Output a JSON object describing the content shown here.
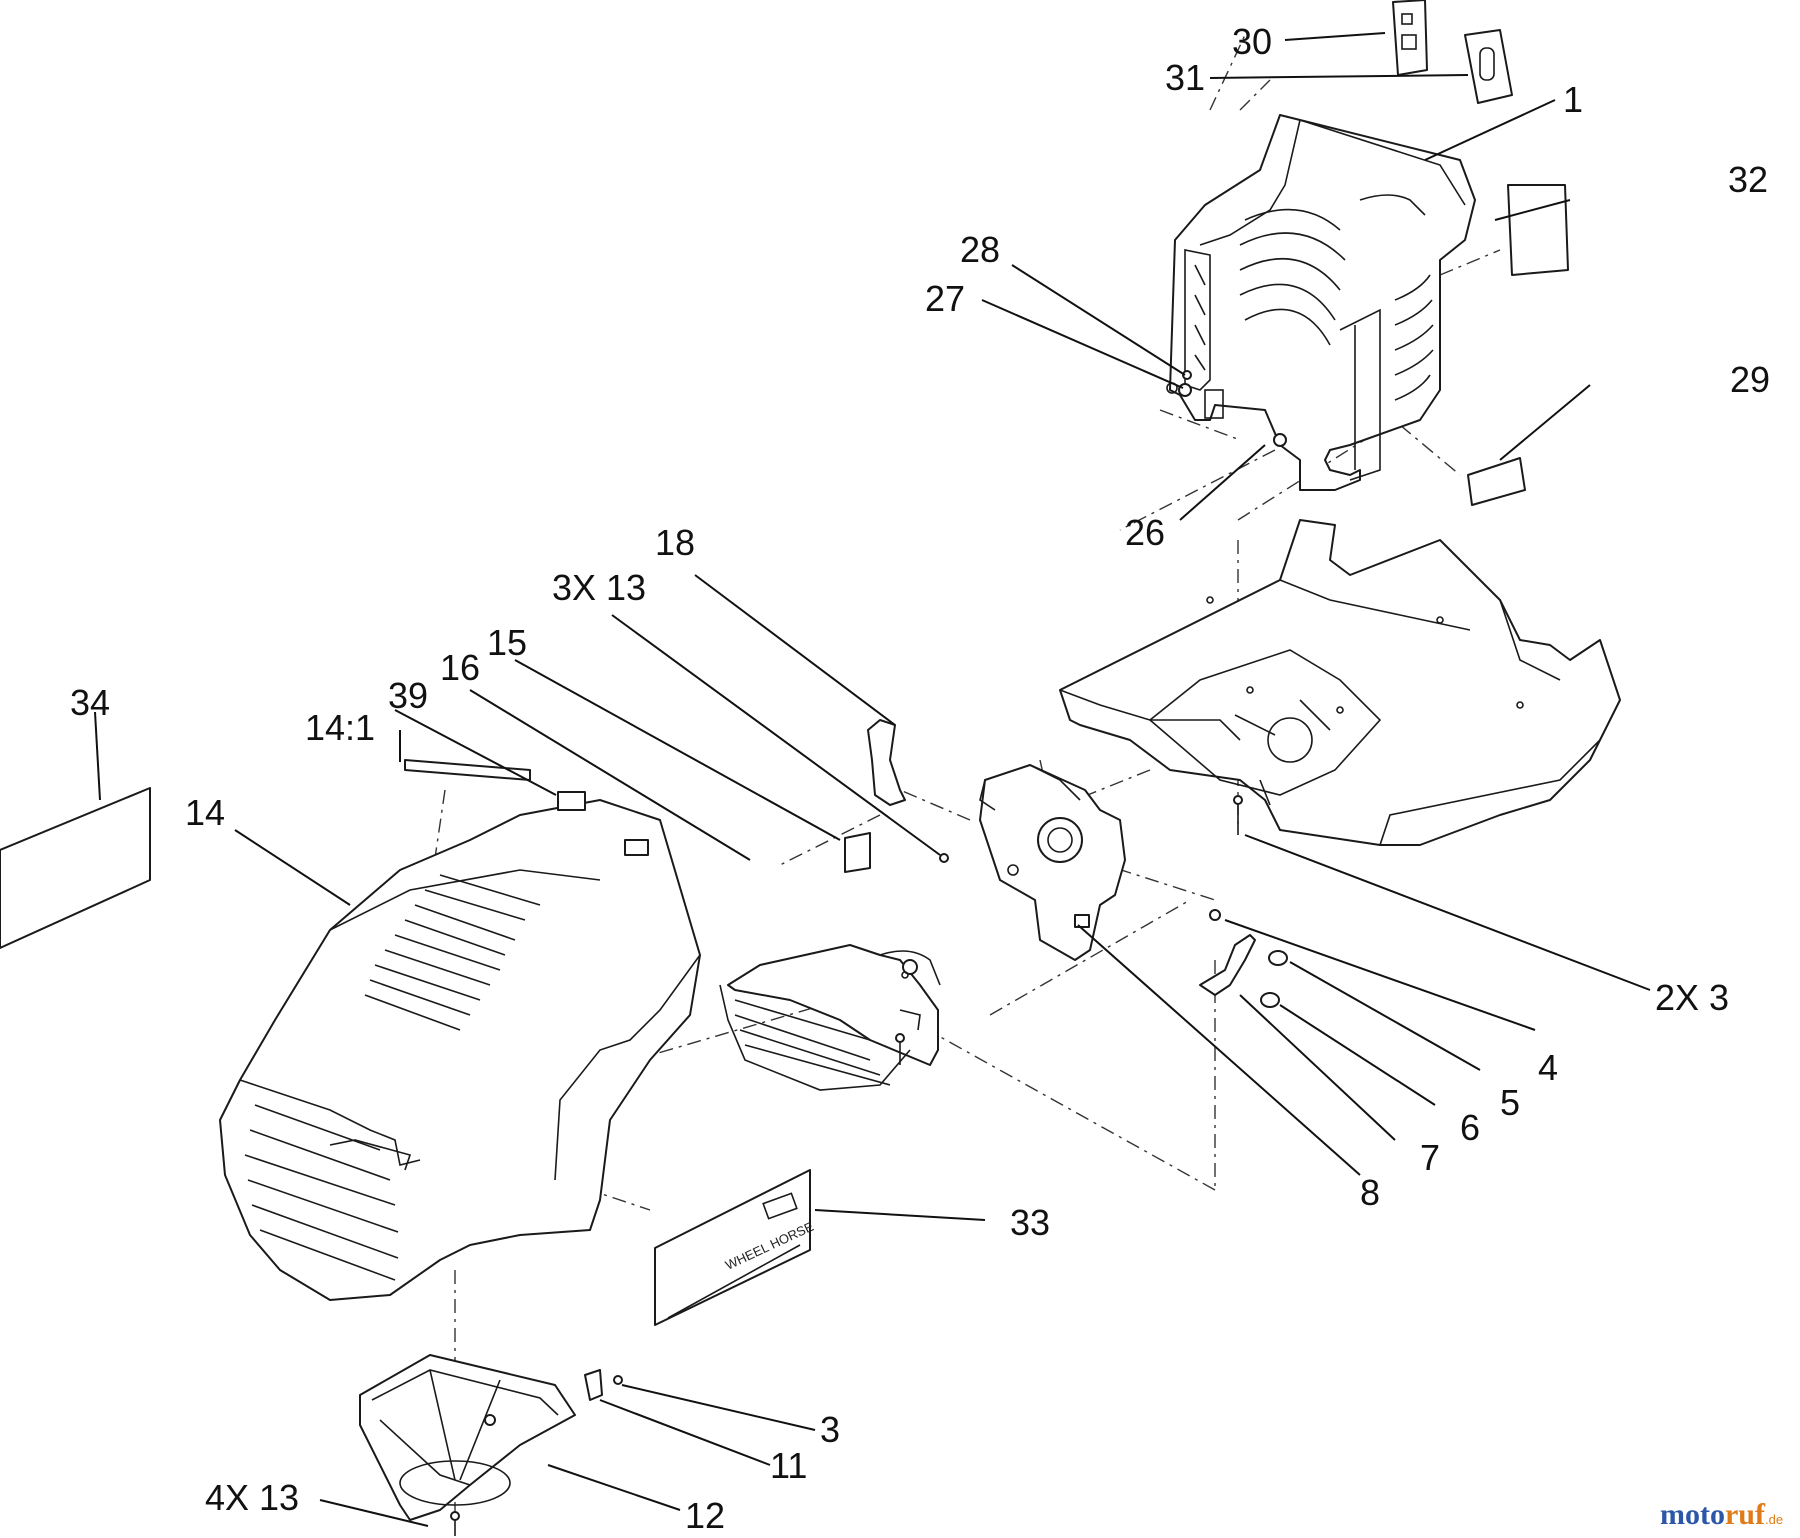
{
  "callouts": {
    "c30": "30",
    "c31": "31",
    "c1": "1",
    "c32": "32",
    "c28": "28",
    "c27": "27",
    "c29": "29",
    "c26": "26",
    "c18": "18",
    "c3x13": "3X 13",
    "c15": "15",
    "c16": "16",
    "c39": "39",
    "c14_1": "14:1",
    "c34": "34",
    "c14": "14",
    "c2x3": "2X 3",
    "c4": "4",
    "c5": "5",
    "c6": "6",
    "c7": "7",
    "c8": "8",
    "c33": "33",
    "c3": "3",
    "c11": "11",
    "c12": "12",
    "c4x13": "4X 13"
  },
  "decal_33_text": "WHEEL HORSE",
  "watermark": {
    "part1": "moto",
    "part2": "ruf",
    "suffix": ".de"
  }
}
